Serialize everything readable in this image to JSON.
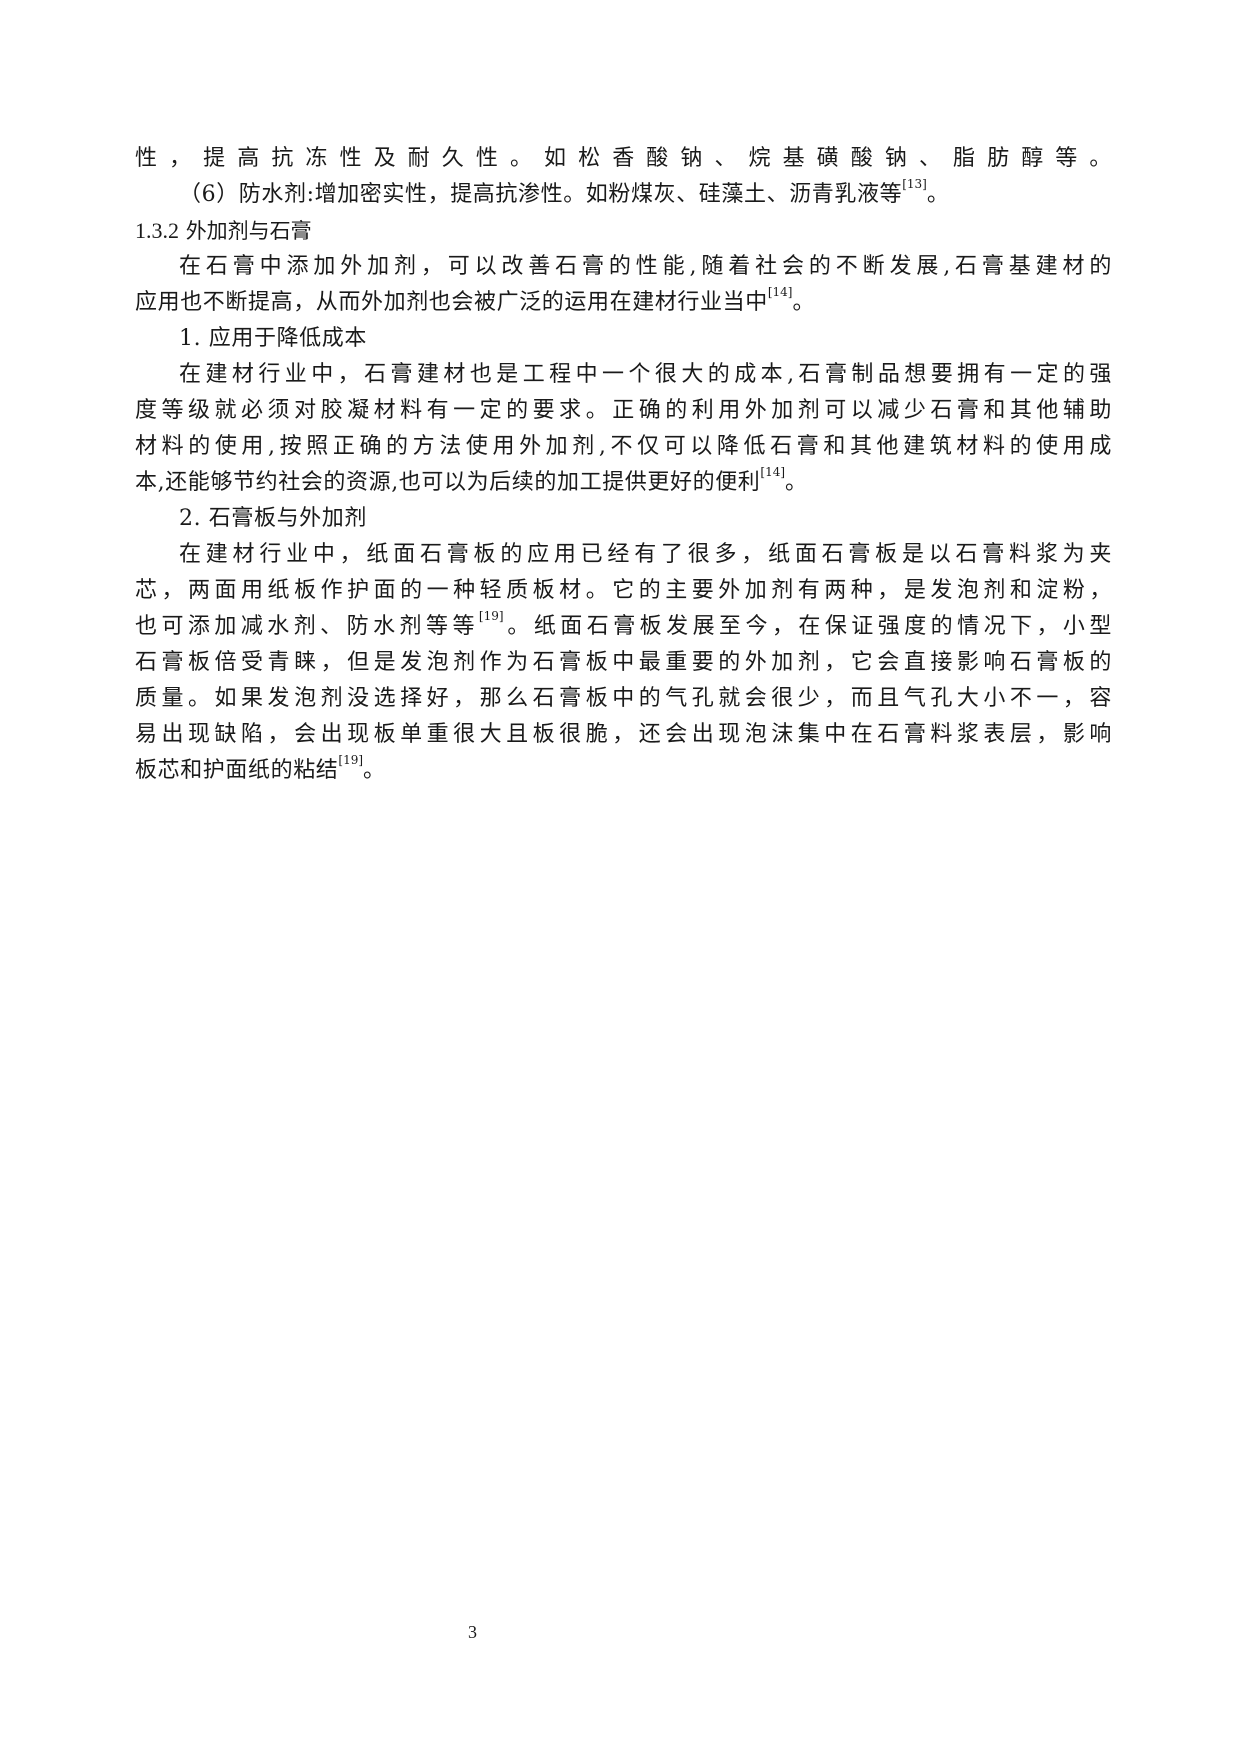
{
  "document": {
    "lines": [
      {
        "text": "性，提高抗冻性及耐久性。如松香酸钠、烷基磺酸钠、脂肪醇等。",
        "sup": "",
        "tail": ""
      },
      {
        "text": "（6）防水剂:增加密实性，提高抗渗性。如粉煤灰、硅藻土、沥青乳液等",
        "sup": "[13]",
        "tail": "。"
      }
    ],
    "section_heading": {
      "number": "1.3.2",
      "title": "外加剂与石膏"
    },
    "paragraph_1": [
      "在石膏中添加外加剂，可以改善石膏的性能,随着社会的不断发展,石膏基建材的",
      "应用也不断提高，从而外加剂也会被广泛的运用在建材行业当中"
    ],
    "paragraph_1_sup": "[14]",
    "paragraph_1_tail": "。",
    "item_1": "1.  应用于降低成本",
    "paragraph_2": [
      "在建材行业中，石膏建材也是工程中一个很大的成本,石膏制品想要拥有一定的强",
      "度等级就必须对胶凝材料有一定的要求。正确的利用外加剂可以减少石膏和其他辅助",
      "材料的使用,按照正确的方法使用外加剂,不仅可以降低石膏和其他建筑材料的使用成",
      "本,还能够节约社会的资源,也可以为后续的加工提供更好的便利"
    ],
    "paragraph_2_sup": "[14]",
    "paragraph_2_tail": "。",
    "item_2": "2.  石膏板与外加剂",
    "paragraph_3": [
      "在建材行业中，纸面石膏板的应用已经有了很多，纸面石膏板是以石膏料浆为夹",
      "芯，两面用纸板作护面的一种轻质板材。它的主要外加剂有两种，是发泡剂和淀粉，",
      "也可添加减水剂、防水剂等等",
      "石膏板倍受青睐，但是发泡剂作为石膏板中最重要的外加剂，它会直接影响石膏板的",
      "质量。如果发泡剂没选择好，那么石膏板中的气孔就会很少，而且气孔大小不一，容",
      "易出现缺陷，会出现板单重很大且板很脆，还会出现泡沫集中在石膏料浆表层，影响",
      "板芯和护面纸的粘结"
    ],
    "paragraph_3_line3_sup": "[19]",
    "paragraph_3_line3_rest": "。纸面石膏板发展至今，在保证强度的情况下，小型",
    "paragraph_3_sup": "[19]",
    "paragraph_3_tail": "。",
    "page_number": "3"
  }
}
